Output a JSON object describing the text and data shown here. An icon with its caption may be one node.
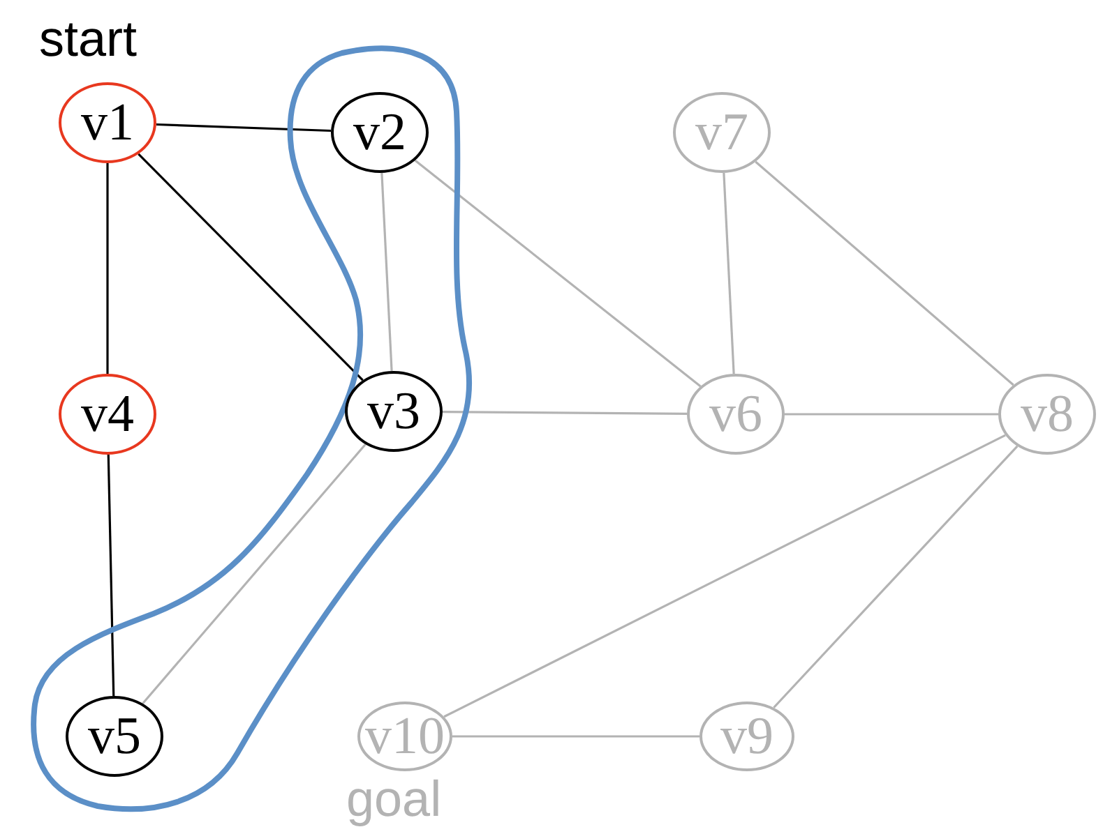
{
  "diagram": {
    "nodes": [
      {
        "text": [
          "v1"
        ],
        "beside": [
          "start"
        ]
      },
      {
        "text": [
          "v2"
        ]
      },
      {
        "text": [
          "v7"
        ]
      },
      {
        "text": [
          "v4"
        ]
      },
      {
        "text": [
          "v3"
        ]
      },
      {
        "text": [
          "v6"
        ]
      },
      {
        "text": [
          "v8"
        ]
      },
      {
        "text": [
          "v5"
        ]
      },
      {
        "text": [
          "v10"
        ],
        "beside": [
          "goal"
        ]
      },
      {
        "text": [
          "v9"
        ]
      }
    ],
    "edges": [
      {
        "from": 0,
        "to": 1,
        "arrow": "none",
        "color": "#000000"
      },
      {
        "from": 0,
        "to": 4,
        "arrow": "none",
        "color": "#000000"
      },
      {
        "from": 0,
        "to": 3,
        "arrow": "none",
        "color": "#000000"
      },
      {
        "from": 3,
        "to": 7,
        "arrow": "none",
        "color": "#000000"
      },
      {
        "from": 1,
        "to": 4,
        "arrow": "none"
      },
      {
        "from": 1,
        "to": 5,
        "arrow": "none"
      },
      {
        "from": 4,
        "to": 5,
        "arrow": "none"
      },
      {
        "from": 4,
        "to": 7,
        "arrow": "none"
      },
      {
        "from": 2,
        "to": 5,
        "arrow": "none"
      },
      {
        "from": 2,
        "to": 6,
        "arrow": "none"
      },
      {
        "from": 5,
        "to": 6,
        "arrow": "none"
      },
      {
        "from": 6,
        "to": 8,
        "arrow": "none"
      },
      {
        "from": 6,
        "to": 9,
        "arrow": "none"
      },
      {
        "from": 8,
        "to": 9,
        "arrow": "none"
      }
    ]
  }
}
